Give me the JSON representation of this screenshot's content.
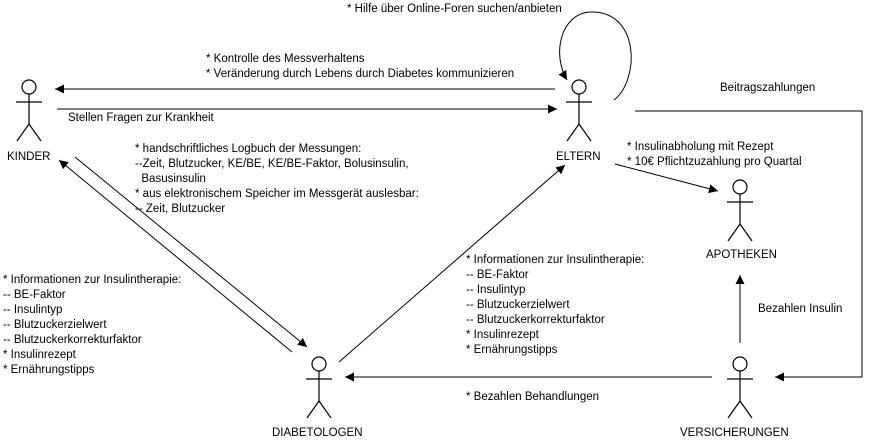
{
  "actors": {
    "kinder": "KINDER",
    "eltern": "ELTERN",
    "apotheken": "APOTHEKEN",
    "diabetologen": "DIABETOLOGEN",
    "versicherungen": "VERSICHERUNGEN"
  },
  "edges": {
    "eltern_self": [
      "* Hilfe über Online-Foren suchen/anbieten"
    ],
    "eltern_to_kinder": [
      "* Kontrolle des Messverhaltens",
      "* Veränderung durch Lebens durch Diabetes kommunizieren"
    ],
    "kinder_to_eltern": [
      "Stellen Fragen zur Krankheit"
    ],
    "eltern_to_versicherungen": [
      "Beitragszahlungen"
    ],
    "kinder_to_diabetologen": [
      "* handschriftliches Logbuch der Messungen:",
      "--Zeit, Blutzucker, KE/BE, KE/BE-Faktor, Bolusinsulin,",
      "  Basusinsulin",
      "* aus elektronischem Speicher im Messgerät auslesbar:",
      "-- Zeit, Blutzucker"
    ],
    "eltern_to_apotheken": [
      "* Insulinabholung mit Rezept",
      "* 10€ Pflichtzuzahlung pro Quartal"
    ],
    "diabetologen_to_kinder": [
      "* Informationen zur Insulintherapie:",
      "-- BE-Faktor",
      "-- Insulintyp",
      "-- Blutzuckerzielwert",
      "-- Blutzuckerkorrekturfaktor",
      "* Insulinrezept",
      "* Ernährungstipps"
    ],
    "diabetologen_to_eltern": [
      "* Informationen zur Insulintherapie:",
      "-- BE-Faktor",
      "-- Insulintyp",
      "-- Blutzuckerzielwert",
      "-- Blutzuckerkorrekturfaktor",
      "* Insulinrezept",
      "* Ernährungstipps"
    ],
    "versicherungen_to_apotheken": [
      "Bezahlen Insulin"
    ],
    "versicherungen_to_diabetologen": [
      "* Bezahlen Behandlungen"
    ]
  },
  "colors": {
    "stroke": "#000000",
    "background": "#ffffff"
  }
}
